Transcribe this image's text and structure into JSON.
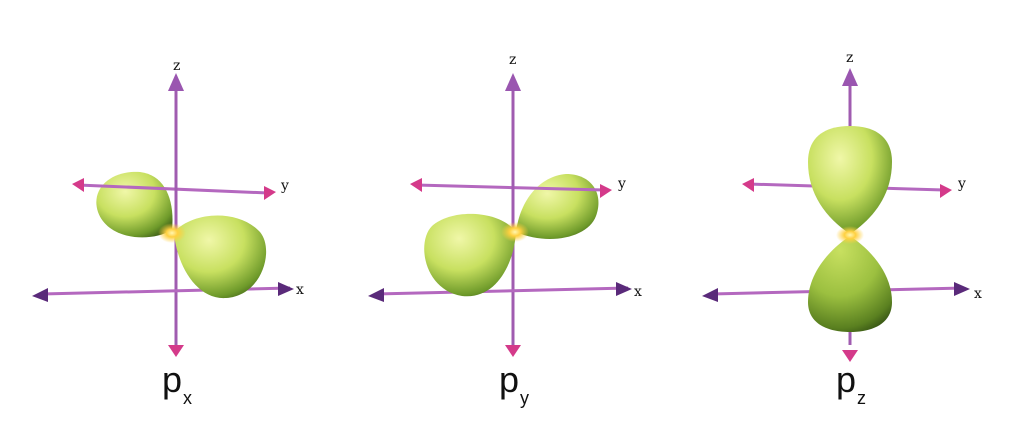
{
  "panels": [
    {
      "id": "px",
      "label_main": "p",
      "label_sub": "x",
      "axes": {
        "z": "z",
        "y": "y",
        "x": "x"
      }
    },
    {
      "id": "py",
      "label_main": "p",
      "label_sub": "y",
      "axes": {
        "z": "z",
        "y": "y",
        "x": "x"
      }
    },
    {
      "id": "pz",
      "label_main": "p",
      "label_sub": "z",
      "axes": {
        "z": "z",
        "y": "y",
        "x": "x"
      }
    }
  ]
}
